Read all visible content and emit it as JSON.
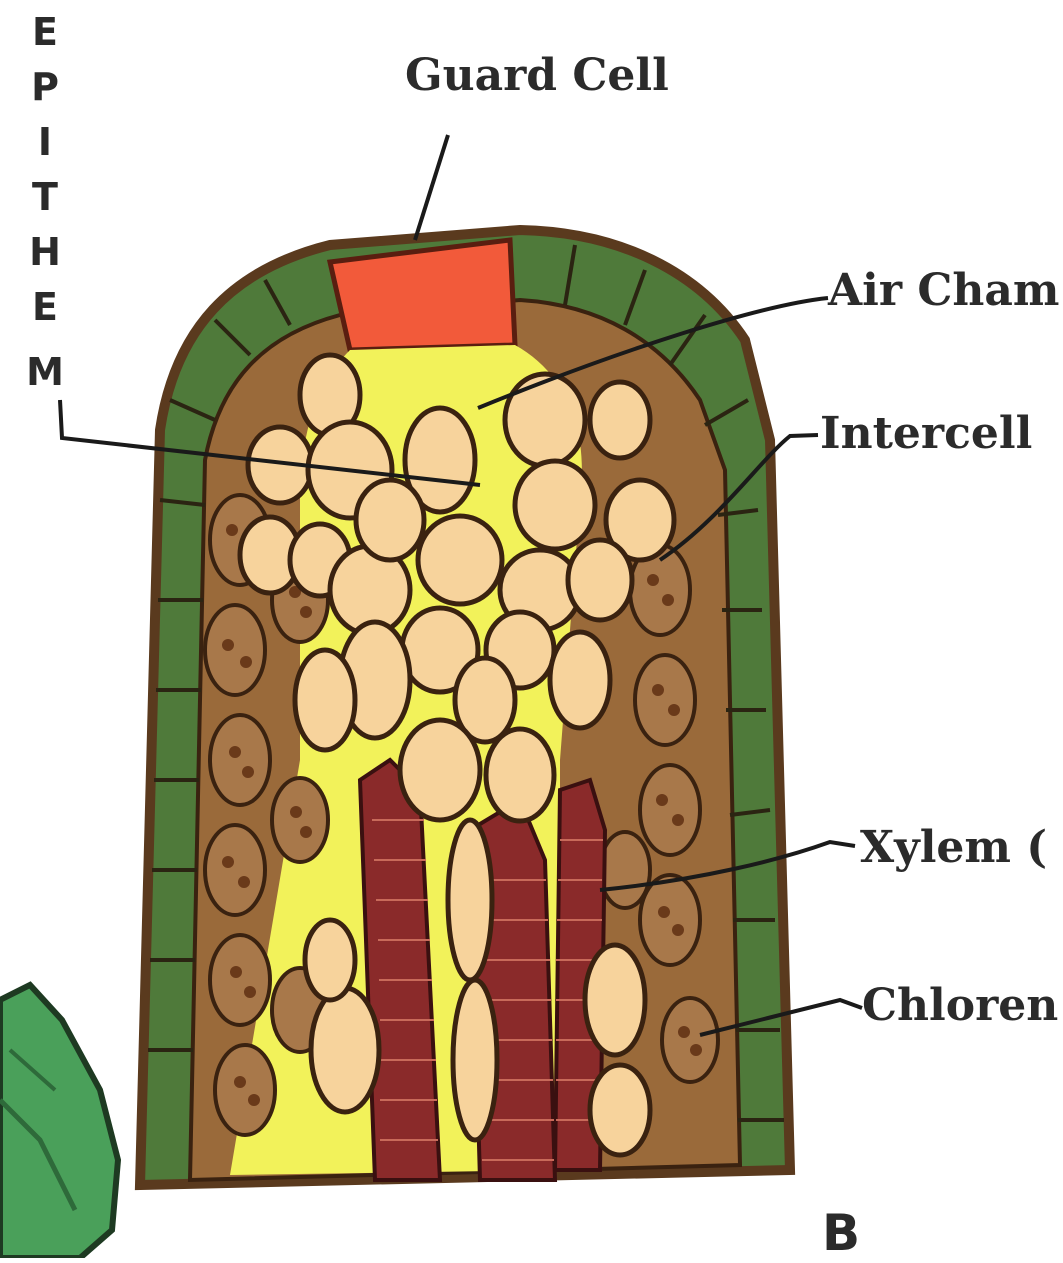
{
  "vertical_label_letters": [
    "E",
    "P",
    "I",
    "T",
    "H",
    "E",
    "M"
  ],
  "labels": {
    "guard_cell": "Guard Cell",
    "air_chamber": "Air Cham",
    "intercellular": "Intercell",
    "xylem": "Xylem (",
    "chlorenchyma": "Chloren"
  },
  "panel_letter": "B",
  "colors": {
    "epidermis_green": "#4f7a3a",
    "outer_border": "#5a3a1e",
    "guard_cell_red": "#f25a3a",
    "epithem_cell": "#f7d39c",
    "air_space_yellow": "#f2f25a",
    "chlorenchyma_brown": "#9a6a3a",
    "xylem_red": "#8a2a2a",
    "leaf_green": "#4aa05a"
  }
}
